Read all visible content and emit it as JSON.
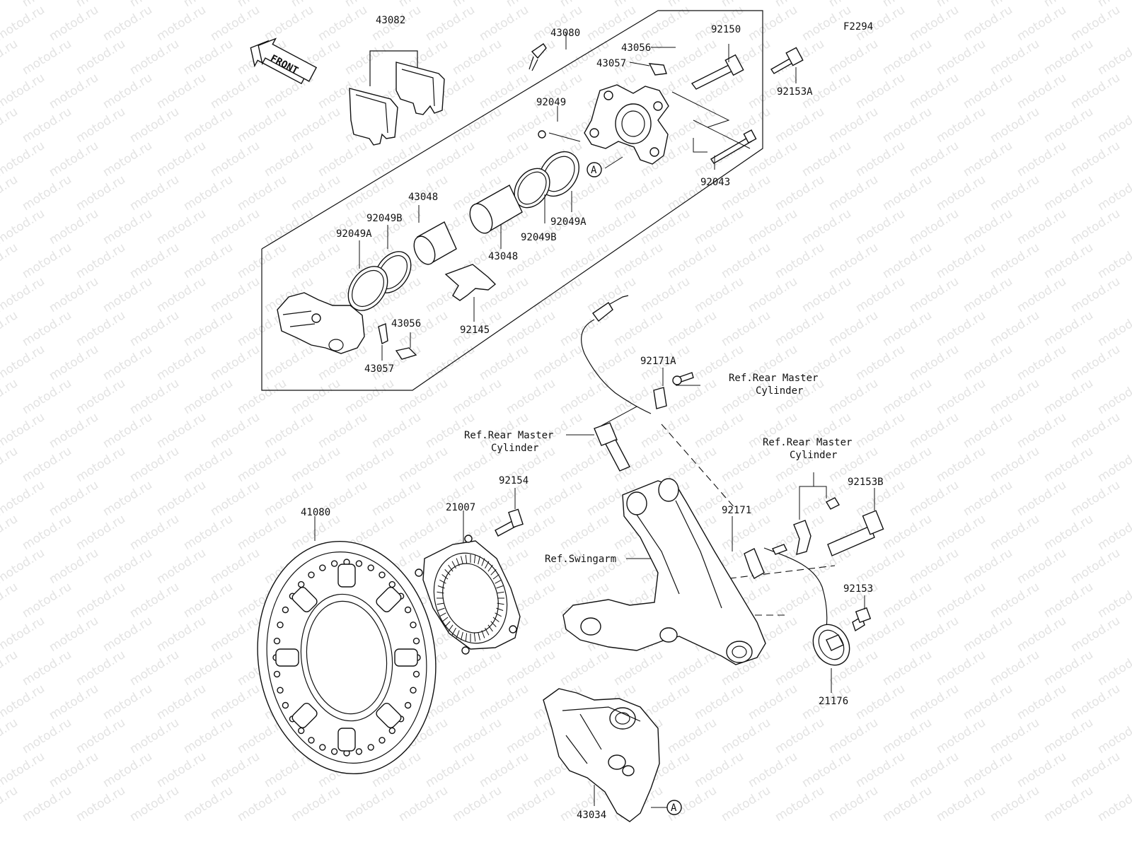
{
  "diagram": {
    "code": "F2294",
    "front_arrow": "FRONT",
    "watermark_text": "motod.ru",
    "parts": {
      "p43082": "43082",
      "p43080": "43080",
      "p43056a": "43056",
      "p43057a": "43057",
      "p92150": "92150",
      "p92153a": "92153A",
      "p92049": "92049",
      "pA1": "A",
      "p92043": "92043",
      "p43048a": "43048",
      "p92049b_l": "92049B",
      "p92049a_l": "92049A",
      "p43048b": "43048",
      "p92049b_r": "92049B",
      "p92049a_r": "92049A",
      "p92145": "92145",
      "p43056b": "43056",
      "p43057b": "43057",
      "p92171a": "92171A",
      "p92154": "92154",
      "p21007": "21007",
      "p41080": "41080",
      "p92171": "92171",
      "p92153b": "92153B",
      "p92153": "92153",
      "p21176": "21176",
      "p43034": "43034",
      "pA2": "A"
    },
    "refs": {
      "rmc1_line1": "Ref.Rear Master",
      "rmc1_line2": "Cylinder",
      "rmc2_line1": "Ref.Rear Master",
      "rmc2_line2": "Cylinder",
      "rmc3_line1": "Ref.Rear Master",
      "rmc3_line2": "Cylinder",
      "swingarm": "Ref.Swingarm"
    }
  }
}
